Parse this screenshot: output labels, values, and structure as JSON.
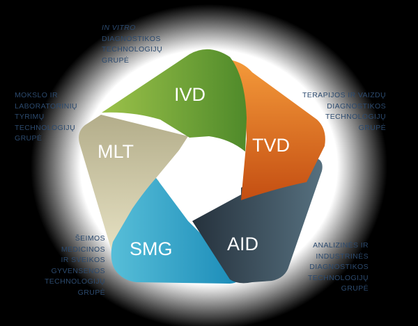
{
  "segments": [
    {
      "id": "ivd",
      "label": "IVD",
      "color_main": "#7ab03a",
      "color_light": "#9cc24a",
      "color_dark": "#4f8a2a"
    },
    {
      "id": "tvd",
      "label": "TVD",
      "color_main": "#ec7022",
      "color_light": "#f49a3a",
      "color_dark": "#c44e12"
    },
    {
      "id": "aid",
      "label": "AID",
      "color_main": "#3d5364",
      "color_light": "#56707f",
      "color_dark": "#25313c"
    },
    {
      "id": "smg",
      "label": "SMG",
      "color_main": "#2aa3c7",
      "color_light": "#57bed8",
      "color_dark": "#1a8bb8"
    },
    {
      "id": "mlt",
      "label": "MLT",
      "color_main": "#d4cfae",
      "color_light": "#e7e2c4",
      "color_dark": "#b3ad8a"
    }
  ],
  "captions": {
    "ivd": {
      "lines": [
        "IN VITRO",
        "DIAGNOSTIKOS",
        "TECHNOLOGIJŲ",
        "GRUPĖ"
      ],
      "italic_line": 0
    },
    "mlt": {
      "lines": [
        "MOKSLO IR",
        "LABORATORINIŲ",
        "TYRIMŲ",
        "TECHNOLOGIJŲ",
        "GRUPĖ"
      ]
    },
    "tvd": {
      "lines": [
        "TERAPIJOS IR VAIZDŲ",
        "DIAGNOSTIKOS",
        "TECHNOLOGIJŲ",
        "GRUPĖ"
      ]
    },
    "smg": {
      "lines": [
        "ŠEIMOS",
        "MEDICINOS",
        "IR SVEIKOS",
        "GYVENSENOS",
        "TECHNOLOGIJŲ",
        "GRUPĖ"
      ]
    },
    "aid": {
      "lines": [
        "ANALIZINĖS IR",
        "INDUSTRINĖS",
        "DIAGNOSTIKOS",
        "TECHNOLOGIJŲ",
        "GRUPĖ"
      ]
    }
  },
  "colors": {
    "background": "#000000",
    "glow": "#ffffff",
    "center": "#ffffff",
    "caption_text": "#2c4a6e"
  }
}
